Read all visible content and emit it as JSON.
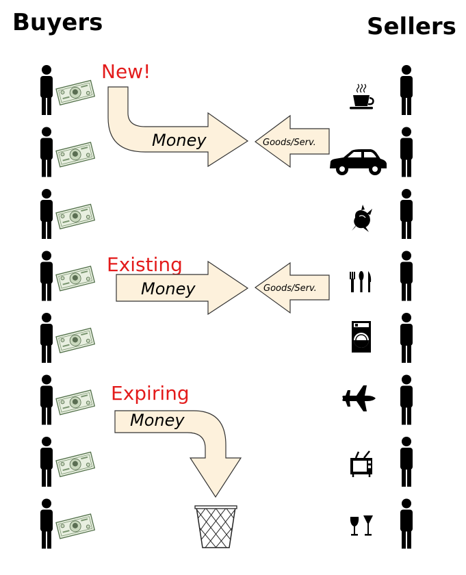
{
  "headings": {
    "buyers": "Buyers",
    "sellers": "Sellers"
  },
  "flows": {
    "new": {
      "label": "New!",
      "money": "Money",
      "goods": "Goods/Serv."
    },
    "existing": {
      "label": "Existing",
      "money": "Money",
      "goods": "Goods/Serv."
    },
    "expiring": {
      "label": "Expiring",
      "money": "Money"
    }
  },
  "seller_icons": [
    "coffee-cup-icon",
    "car-icon",
    "chicken-icon",
    "cutlery-icon",
    "washing-machine-icon",
    "airplane-icon",
    "tv-icon",
    "wine-glasses-icon"
  ],
  "buyer_count": 8,
  "colors": {
    "accent_red": "#e31b1b",
    "arrow_fill": "#fdf1dc",
    "bill_green": "#e8efe0"
  }
}
